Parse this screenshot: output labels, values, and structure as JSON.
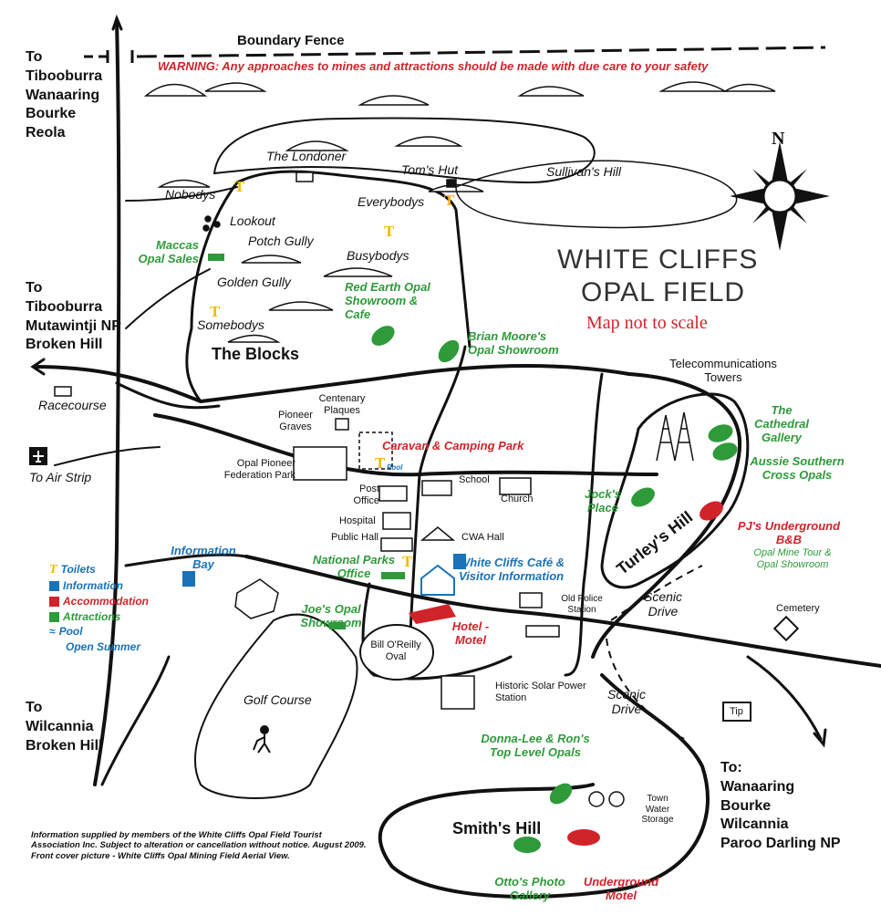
{
  "boundary_fence": "Boundary Fence",
  "warning": "WARNING: Any approaches to mines and attractions should be made with due care to your safety",
  "title_line1": "WHITE CLIFFS",
  "title_line2": "OPAL FIELD",
  "not_to_scale": "Map not to scale",
  "compass": "N",
  "destinations": {
    "north_to": "To",
    "north_1": "Tibooburra",
    "north_2": "Wanaaring",
    "north_3": "Bourke",
    "north_4": "Reola",
    "west_to": "To",
    "west_1": "Tibooburra",
    "west_2": "Mutawintji NP",
    "west_3": "Broken Hill",
    "south_to": "To",
    "south_1": "Wilcannia",
    "south_2": "Broken Hill",
    "east_to": "To:",
    "east_1": "Wanaaring",
    "east_2": "Bourke",
    "east_3": "Wilcannia",
    "east_4": "Paroo Darling NP"
  },
  "places": {
    "londoner": "The Londoner",
    "toms_hut": "Tom's Hut",
    "sullivans_hill": "Sullivan's Hill",
    "nobodys": "Nobodys",
    "everybodys": "Everybodys",
    "lookout": "Lookout",
    "potch_gully": "Potch Gully",
    "busybodys": "Busybodys",
    "golden_gully": "Golden Gully",
    "somebodys": "Somebodys",
    "the_blocks": "The Blocks",
    "racecourse": "Racecourse",
    "air_strip": "To Air Strip",
    "centenary_plaques": "Centenary Plaques",
    "pioneer_graves": "Pioneer Graves",
    "opal_pioneer_park": "Opal Pioneer Federation Park",
    "post_office": "Post Office",
    "hospital": "Hospital",
    "public_hall": "Public Hall",
    "school": "School",
    "church": "Church",
    "cwa_hall": "CWA Hall",
    "old_police": "Old Police Station",
    "cemetery": "Cemetery",
    "tip": "Tip",
    "telecom": "Telecommunications Towers",
    "turleys_hill": "Turley's Hill",
    "scenic_drive_1": "Scenic Drive",
    "scenic_drive_2": "Scenic Drive",
    "bill_oreilly": "Bill O'Reilly Oval",
    "golf_course": "Golf Course",
    "solar": "Historic Solar Power Station",
    "town_water": "Town Water Storage",
    "smiths_hill": "Smith's Hill",
    "information_bay": "Information Bay",
    "pool": "Pool"
  },
  "attractions": {
    "maccas": "Maccas Opal Sales",
    "red_earth": "Red Earth Opal Showroom & Cafe",
    "brian_moore": "Brian Moore's Opal Showroom",
    "cathedral": "The Cathedral Gallery",
    "aussie": "Aussie Southern Cross Opals",
    "jocks": "Jock's Place",
    "opal_mine_tour": "Opal Mine Tour & Opal Showroom",
    "national_parks": "National Parks Office",
    "joes": "Joe's Opal Showroom",
    "donna_lee": "Donna-Lee & Ron's Top Level Opals",
    "ottos": "Otto's Photo Gallery"
  },
  "accommodation": {
    "caravan": "Caravan & Camping Park",
    "pjs": "PJ's Underground B&B",
    "hotel": "Hotel - Motel",
    "underground_motel": "Underground Motel"
  },
  "information": {
    "visitor": "White Cliffs Café & Visitor Information"
  },
  "legend": {
    "toilets": "Toilets",
    "information": "Information",
    "accommodation": "Accommodation",
    "attractions": "Attractions",
    "pool": "Pool",
    "open_summer": "Open Summer"
  },
  "footer_1": "Information supplied by members of the White Cliffs Opal Field Tourist Association Inc. Subject to alteration or cancellation without notice. August 2009.",
  "footer_2": "Front cover picture - White Cliffs Opal Mining Field Aerial View.",
  "colors": {
    "toilets": "#f5b800",
    "information": "#1a72b8",
    "accommodation": "#d0232a",
    "attractions": "#2e9a3a"
  }
}
